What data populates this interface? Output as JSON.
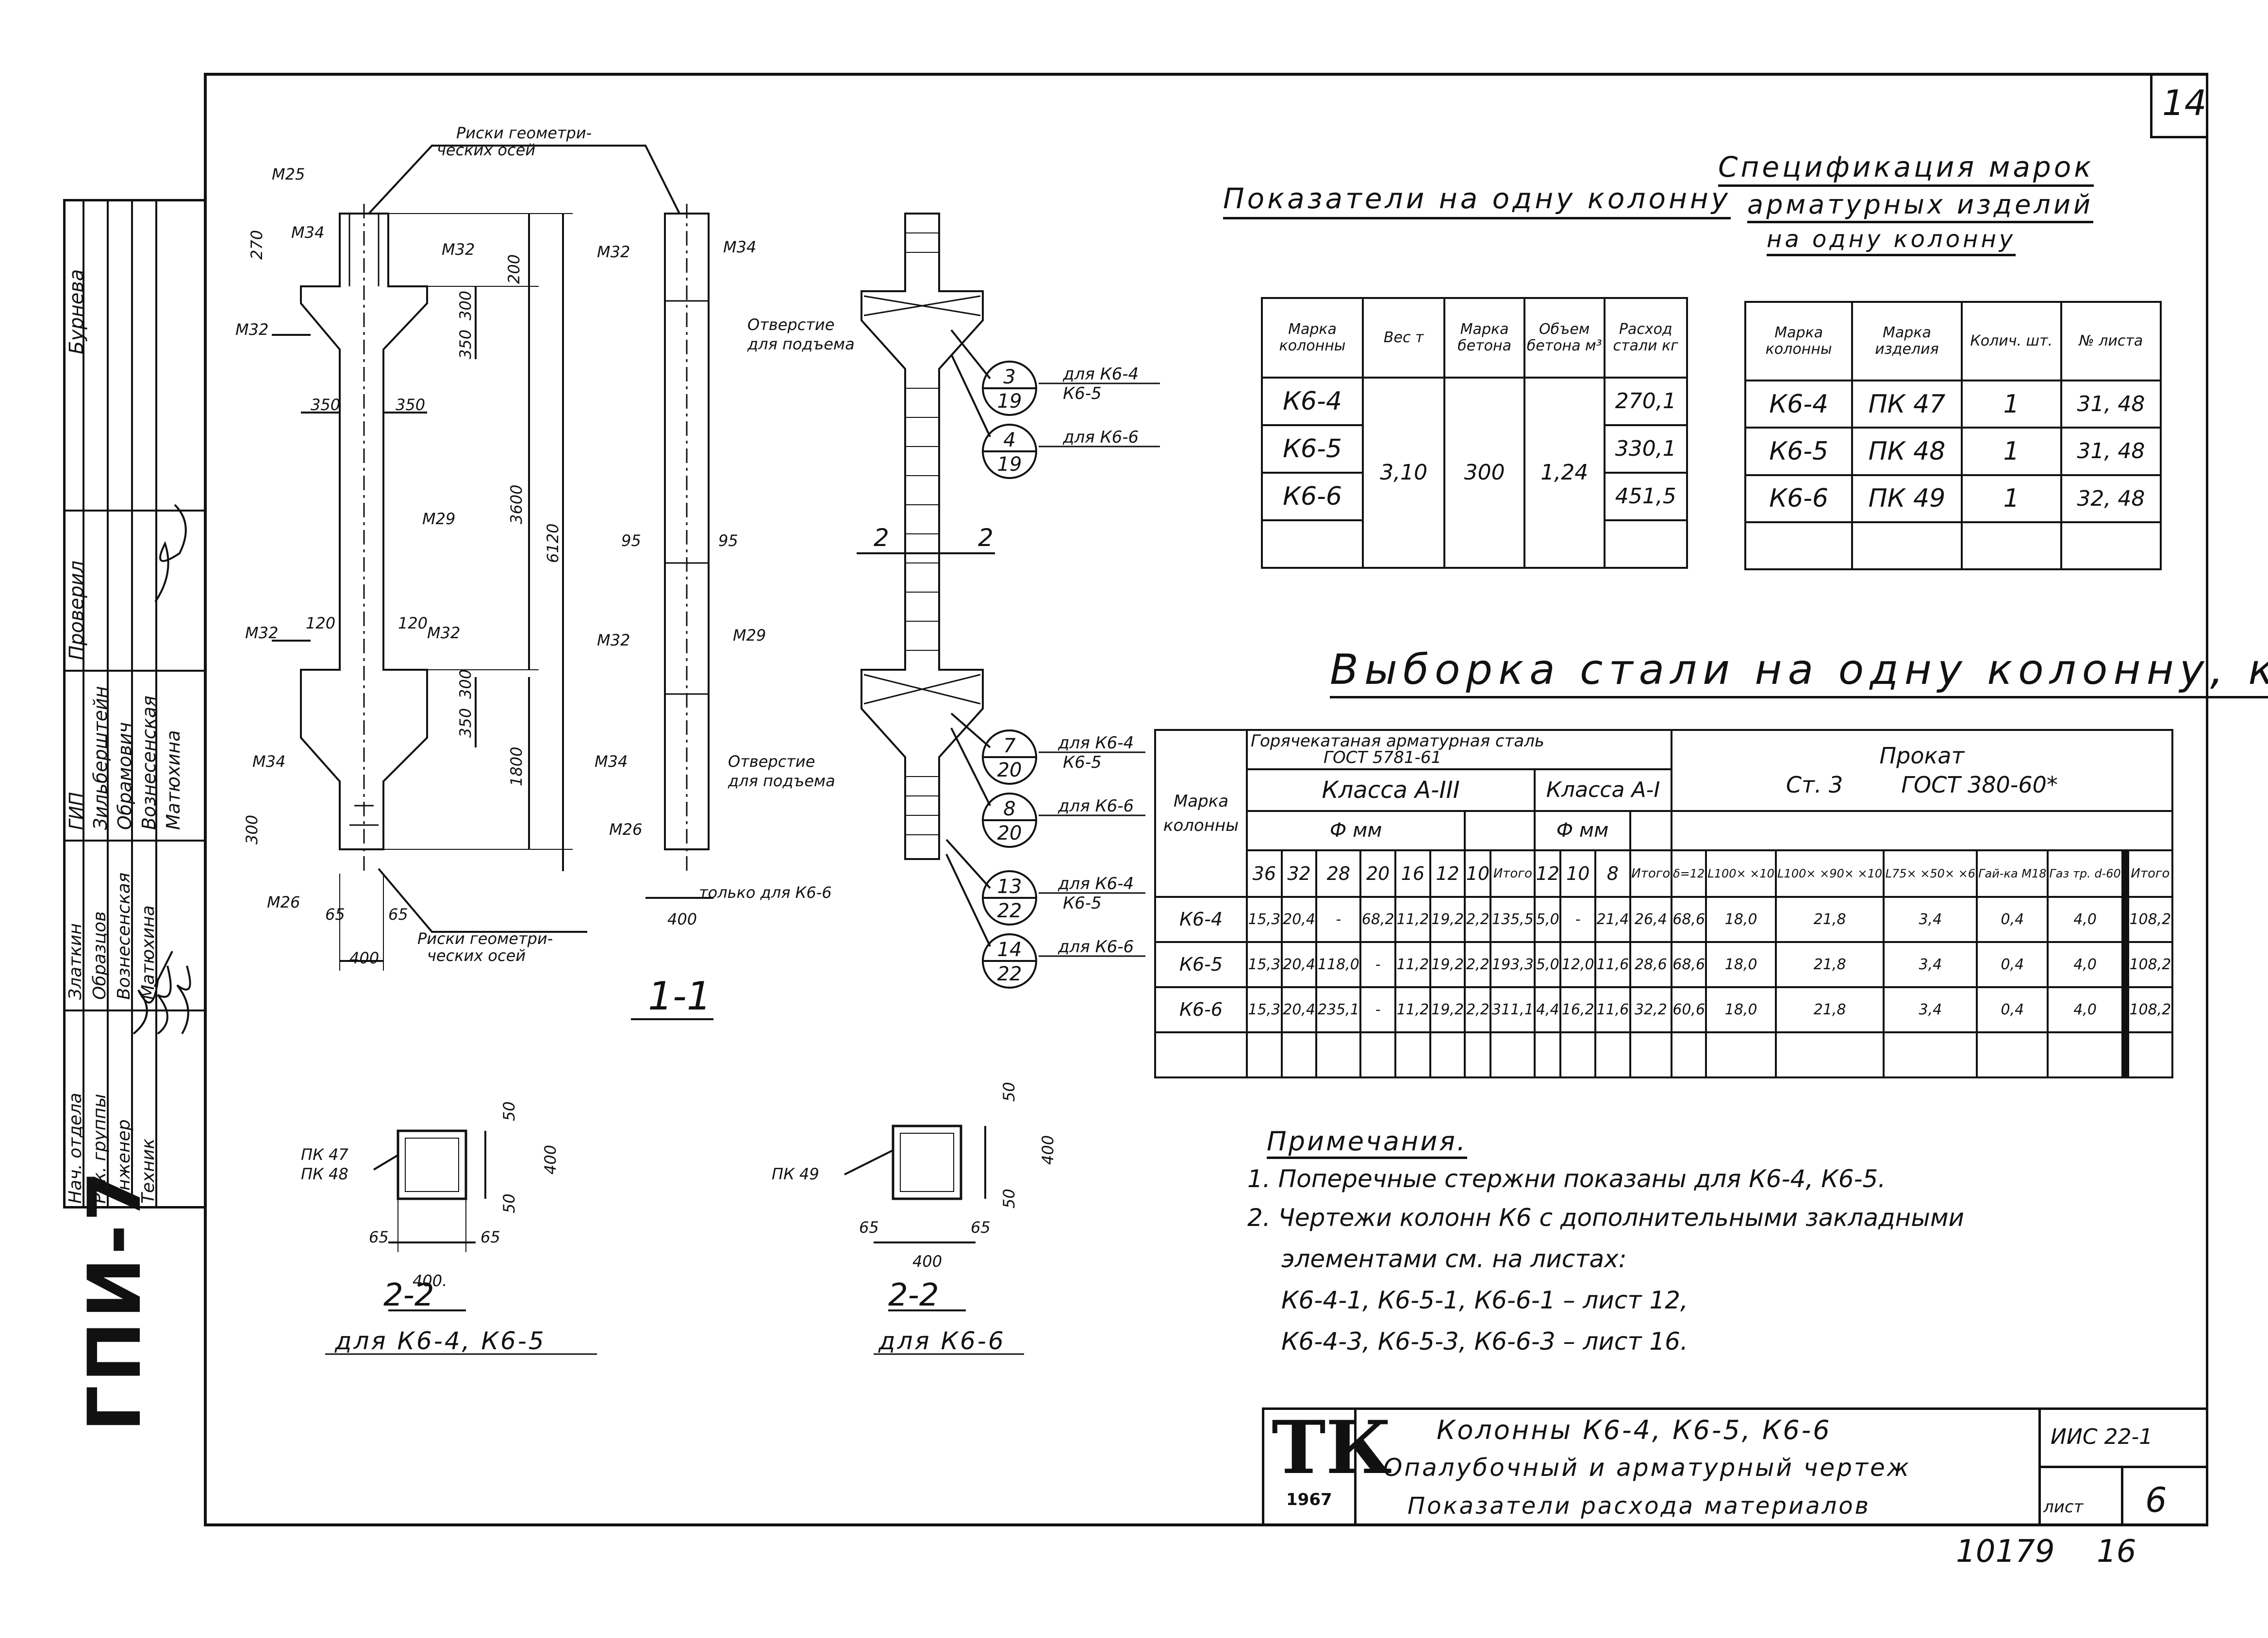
{
  "sheet_number": "14",
  "left_strip": {
    "code": "ГПИ-7",
    "rows": [
      {
        "position": "Нач. отдела",
        "name": "Златкин"
      },
      {
        "position": "Рук. группы",
        "name": "Образцов"
      },
      {
        "position": "Инженер",
        "name": "Вознесенская"
      },
      {
        "position": "Техник",
        "name": "Матюхина"
      }
    ],
    "role_labels": [
      "ГИП",
      "Зильберштейн",
      "Обрамович",
      "Вознесенская",
      "Матюхина"
    ],
    "checked_label": "Проверил",
    "checker": "Бурнева"
  },
  "drawing": {
    "labels": {
      "risk_top_1": "Риски геометри-",
      "risk_top_2": "ческих осей",
      "risk_bot_1": "Риски геометри-",
      "risk_bot_2": "ческих осей",
      "m25": "М25",
      "m34a": "М34",
      "m32a": "М32",
      "m32b": "М32",
      "m29": "М29",
      "m32c": "М32",
      "m32d": "М32",
      "m34b": "М34",
      "m26": "М26",
      "d350a": "350",
      "d350b": "350",
      "d3600": "3600",
      "d6120": "6120",
      "d1800": "1800",
      "d300a": "300",
      "d300b": "300",
      "d350c": "350",
      "d350d": "350",
      "d120a": "120",
      "d120b": "120",
      "d400a": "400",
      "d65a": "65",
      "d65b": "65",
      "d300c": "300",
      "d270": "270",
      "d200": "200",
      "s2_m32": "М32",
      "s2_m34": "М34",
      "s2_m32b": "М32",
      "s2_m29": "М29",
      "s2_m34b": "М34",
      "s2_m26": "М26",
      "hole1_1": "Отверстие",
      "hole1_2": "для подъема",
      "hole2_1": "Отверстие",
      "hole2_2": "для подъема",
      "only_k66": "только для К6-6",
      "d95a": "95",
      "d95b": "95",
      "d400b": "400",
      "section_1_1": "1-1",
      "sec2a": "2",
      "sec2b": "2"
    },
    "callouts": [
      {
        "num": "3",
        "sheet": "19",
        "text": "для К6-4",
        "text2": "К6-5"
      },
      {
        "num": "4",
        "sheet": "19",
        "text": "для К6-6",
        "text2": ""
      },
      {
        "num": "7",
        "sheet": "20",
        "text": "для К6-4",
        "text2": "К6-5"
      },
      {
        "num": "8",
        "sheet": "20",
        "text": "для К6-6",
        "text2": ""
      },
      {
        "num": "13",
        "sheet": "22",
        "text": "для К6-4",
        "text2": "К6-5"
      },
      {
        "num": "14",
        "sheet": "22",
        "text": "для К6-6",
        "text2": ""
      }
    ],
    "sections": [
      {
        "title": "2-2",
        "subtitle": "для К6-4, К6-5",
        "pk1": "ПК 47",
        "pk2": "ПК 48",
        "d400": "400",
        "d50a": "50",
        "d50b": "50",
        "d400w": "400.",
        "d65a": "65",
        "d65b": "65"
      },
      {
        "title": "2-2",
        "subtitle": "для К6-6",
        "pk1": "ПК 49",
        "pk2": "",
        "d400": "400",
        "d50a": "50",
        "d50b": "50",
        "d400w": "400",
        "d65a": "65",
        "d65b": "65"
      }
    ]
  },
  "column_indicators": {
    "title": "Показатели на одну колонну",
    "headers": [
      "Марка колонны",
      "Вес т",
      "Марка бетона",
      "Объем бетона м³",
      "Расход стали кг"
    ],
    "rows": [
      {
        "mark": "К6-4",
        "steel": "270,1"
      },
      {
        "mark": "К6-5",
        "steel": "330,1"
      },
      {
        "mark": "К6-6",
        "steel": "451,5"
      }
    ],
    "weight": "3,10",
    "concrete_grade": "300",
    "concrete_volume": "1,24"
  },
  "embedded_spec": {
    "title_lines": [
      "Спецификация марок",
      "арматурных изделий",
      "на одну колонну"
    ],
    "headers": [
      "Марка колонны",
      "Марка изделия",
      "Колич. шт.",
      "№ листа"
    ],
    "rows": [
      {
        "col": "К6-4",
        "item": "ПК 47",
        "qty": "1",
        "sheet": "31, 48"
      },
      {
        "col": "К6-5",
        "item": "ПК 48",
        "qty": "1",
        "sheet": "31, 48"
      },
      {
        "col": "К6-6",
        "item": "ПК 49",
        "qty": "1",
        "sheet": "32, 48"
      }
    ]
  },
  "steel_selection": {
    "title": "Выборка стали на одну колонну, кг",
    "mark_header": "Марка колонны",
    "hot_rolled": "Горячекатаная арматурная сталь",
    "hot_rolled_gost": "ГОСТ 5781-61",
    "class_a3": "Класса А-III",
    "class_a1": "Класса А-I",
    "dia_mm_1": "Ф мм",
    "dia_mm_2": "Ф мм",
    "prokat": "Прокат",
    "prokat_st": "Ст. 3",
    "prokat_gost": "ГОСТ 380-60*",
    "cols_a3": [
      "36",
      "32",
      "28",
      "20",
      "16",
      "12",
      "10"
    ],
    "total_a3": "Итого",
    "cols_a1": [
      "12",
      "10",
      "8"
    ],
    "total_a1": "Итого",
    "cols_prokat": [
      "δ=12",
      "L100× ×10",
      "L100× ×90× ×10",
      "L75× ×50× ×6",
      "Гай-ка М18",
      "Газ тр. d-60"
    ],
    "total": "Итого",
    "rows": [
      {
        "mark": "К6-4",
        "a3": [
          "15,3",
          "20,4",
          "-",
          "68,2",
          "11,2",
          "19,2",
          "2,2"
        ],
        "a3_total": "135,5",
        "a1": [
          "5,0",
          "-",
          "21,4"
        ],
        "a1_total": "26,4",
        "pr": [
          "68,6",
          "18,0",
          "21,8",
          "3,4",
          "0,4",
          "4,0"
        ],
        "total": "108,2"
      },
      {
        "mark": "К6-5",
        "a3": [
          "15,3",
          "20,4",
          "118,0",
          "-",
          "11,2",
          "19,2",
          "2,2"
        ],
        "a3_total": "193,3",
        "a1": [
          "5,0",
          "12,0",
          "11,6"
        ],
        "a1_total": "28,6",
        "pr": [
          "68,6",
          "18,0",
          "21,8",
          "3,4",
          "0,4",
          "4,0"
        ],
        "total": "108,2"
      },
      {
        "mark": "К6-6",
        "a3": [
          "15,3",
          "20,4",
          "235,1",
          "-",
          "11,2",
          "19,2",
          "2,2"
        ],
        "a3_total": "311,1",
        "a1": [
          "4,4",
          "16,2",
          "11,6"
        ],
        "a1_total": "32,2",
        "pr": [
          "60,6",
          "18,0",
          "21,8",
          "3,4",
          "0,4",
          "4,0"
        ],
        "total": "108,2"
      }
    ]
  },
  "notes": {
    "title": "Примечания.",
    "lines": [
      "1. Поперечные стержни показаны для К6-4, К6-5.",
      "2. Чертежи колонн К6 с дополнительными закладными",
      "элементами см. на листах:",
      "К6-4-1, К6-5-1, К6-6-1 – лист 12,",
      "К6-4-3, К6-5-3, К6-6-3 – лист 16."
    ]
  },
  "title_block": {
    "logo": "ТК",
    "year": "1967",
    "line1": "Колонны К6-4, К6-5, К6-6",
    "line2": "Опалубочный и арматурный чертеж",
    "line3": "Показатели расхода материалов",
    "series": "ИИС 22-1",
    "sheet_label": "лист",
    "sheet_no": "6"
  },
  "bottom": {
    "doc_no": "10179",
    "page": "16"
  }
}
